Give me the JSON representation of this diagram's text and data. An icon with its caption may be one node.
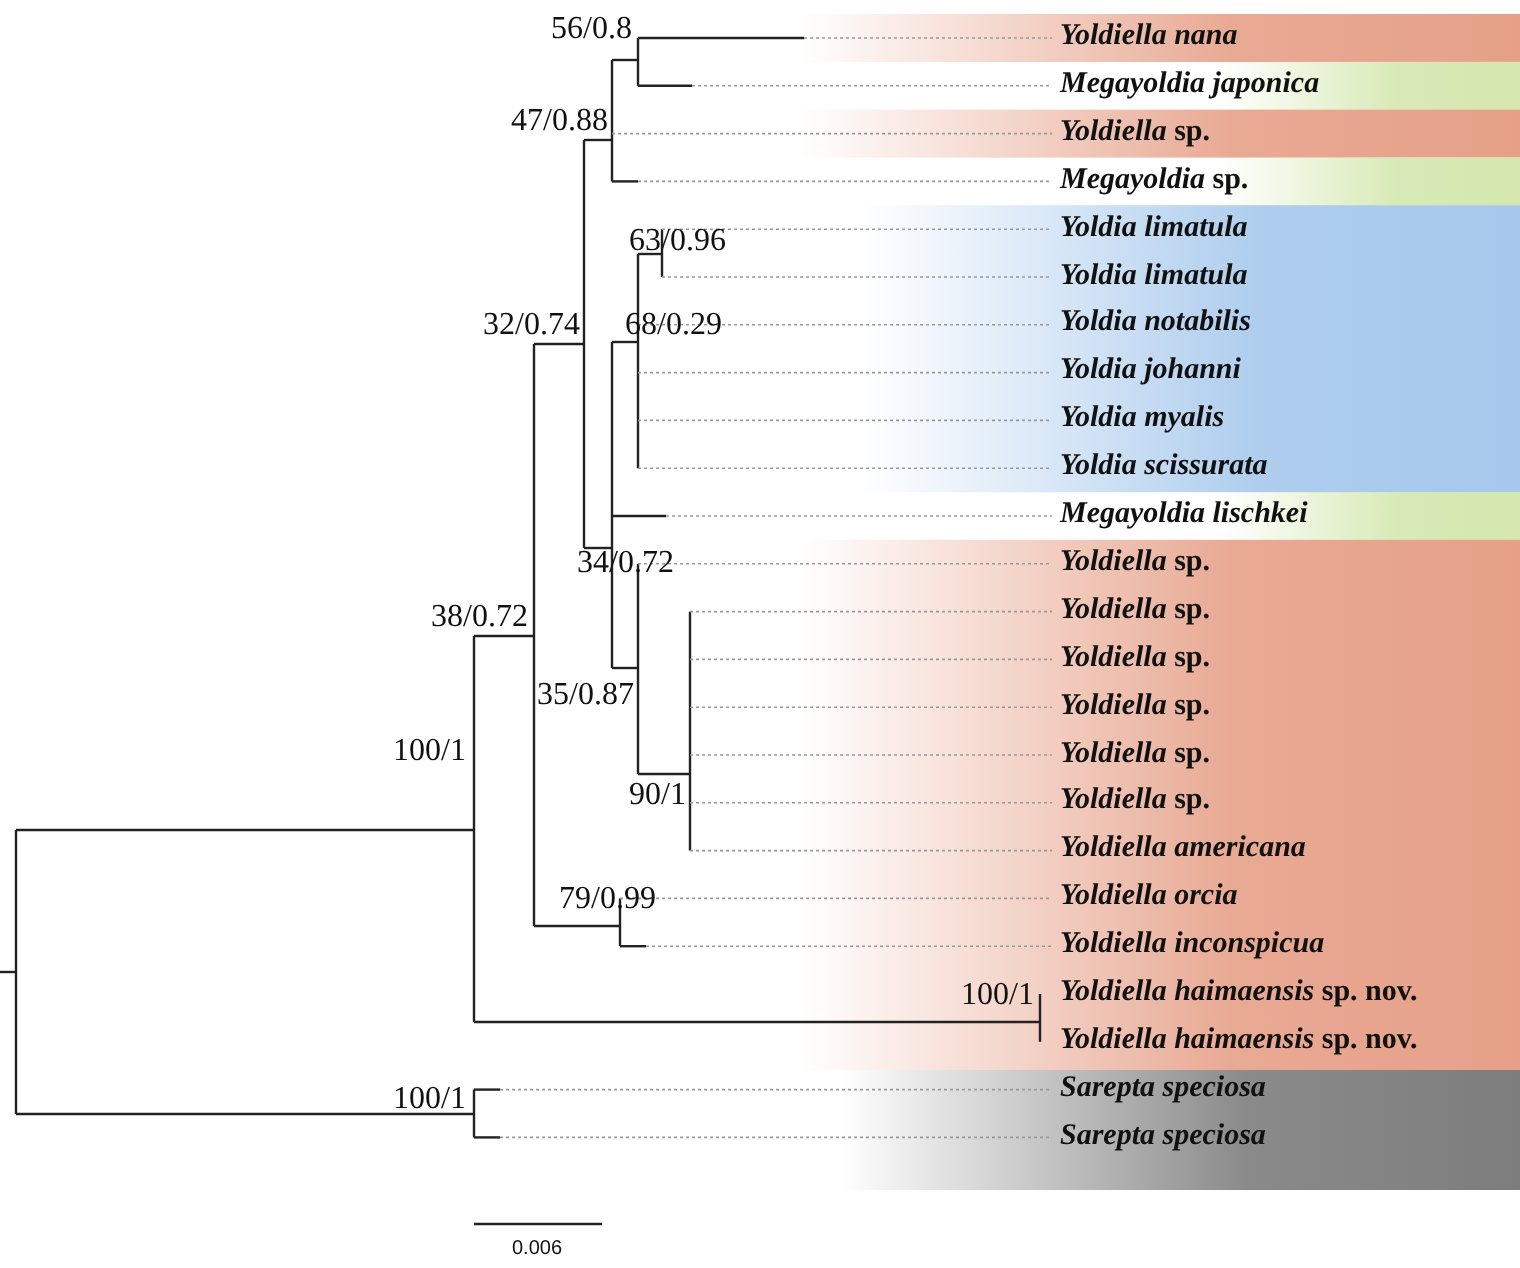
{
  "diagram": {
    "labels": [
      "56/0.8",
      "Yoldiella nana",
      "Megayoldia japonica",
      "47/0.88",
      "*Yoldiella* sp.",
      "*Megayoldia* sp.",
      "Yoldia limatula",
      "63/0.96",
      "Yoldia limatula",
      "32/0.74",
      "68/0.29",
      "Yoldia notabilis",
      "Yoldia johanni",
      "Yoldia myalis",
      "Yoldia scissurata",
      "Megayoldia lischkei",
      "34/0.72",
      "*Yoldiella* sp.",
      "38/0.72",
      "*Yoldiella* sp.",
      "*Yoldiella* sp.",
      "35/0.87",
      "*Yoldiella* sp.",
      "100/1",
      "*Yoldiella* sp.",
      "90/1",
      "*Yoldiella* sp.",
      "Yoldiella americana",
      "79/0.99",
      "Yoldiella orcia",
      "Yoldiella inconspicua",
      "100/1",
      "*Yoldiella haimaensis* sp. nov.",
      "*Yoldiella haimaensis* sp. nov.",
      "100/1",
      "Sarepta speciosa",
      "Sarepta speciosa",
      "0.006"
    ]
  }
}
